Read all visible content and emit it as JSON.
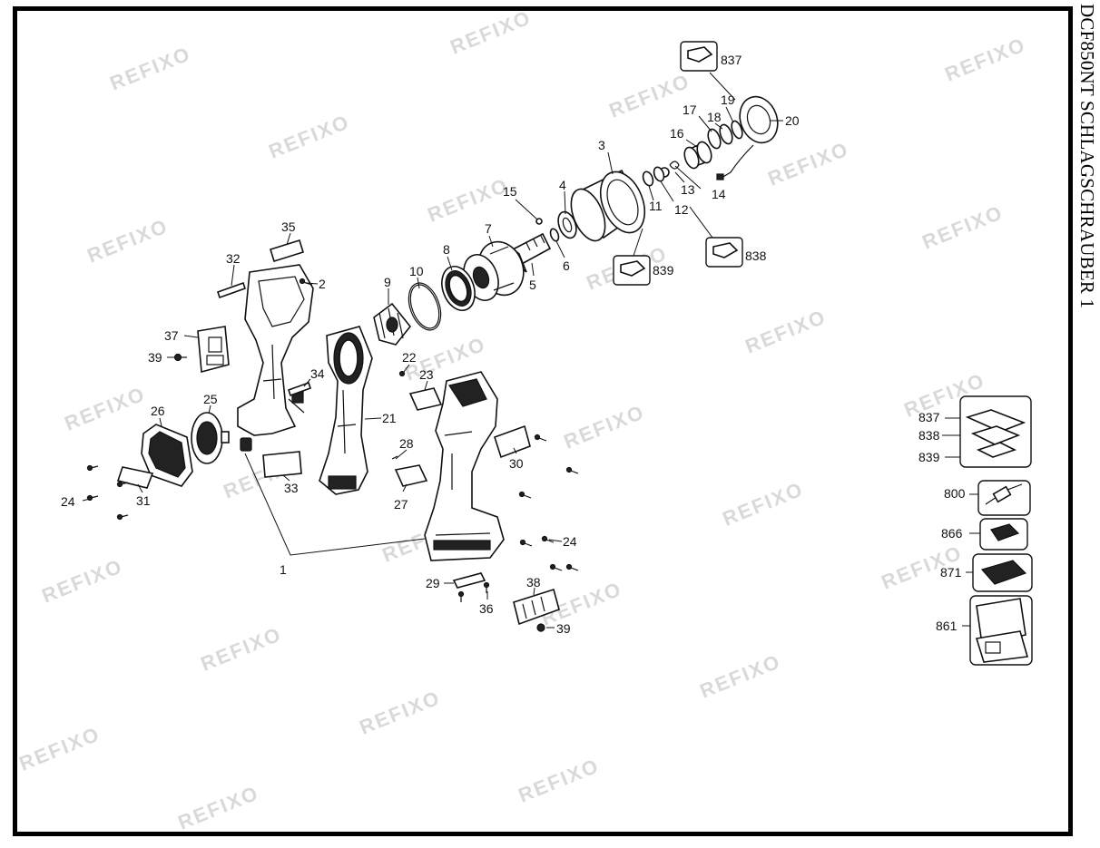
{
  "side_title": "DCF850NT   SCHLAGSCHRAUBER 1",
  "watermark": "REFIXO",
  "labels": {
    "l1": "1",
    "l2": "2",
    "l3": "3",
    "l4": "4",
    "l5": "5",
    "l6": "6",
    "l7": "7",
    "l8": "8",
    "l9": "9",
    "l10": "10",
    "l11": "11",
    "l12": "12",
    "l13": "13",
    "l14": "14",
    "l15": "15",
    "l16": "16",
    "l17": "17",
    "l18": "18",
    "l19": "19",
    "l20": "20",
    "l21": "21",
    "l22": "22",
    "l23": "23",
    "l24a": "24",
    "l24b": "24",
    "l25": "25",
    "l26": "26",
    "l27": "27",
    "l28": "28",
    "l29": "29",
    "l30": "30",
    "l31": "31",
    "l32": "32",
    "l33": "33",
    "l34": "34",
    "l35": "35",
    "l36": "36",
    "l37": "37",
    "l38": "38",
    "l39a": "39",
    "l39b": "39",
    "k837": "837",
    "k838": "838",
    "k839": "839",
    "k837r": "837",
    "k838r": "838",
    "k839r": "839",
    "k800": "800",
    "k866": "866",
    "k871": "871",
    "k861": "861"
  }
}
